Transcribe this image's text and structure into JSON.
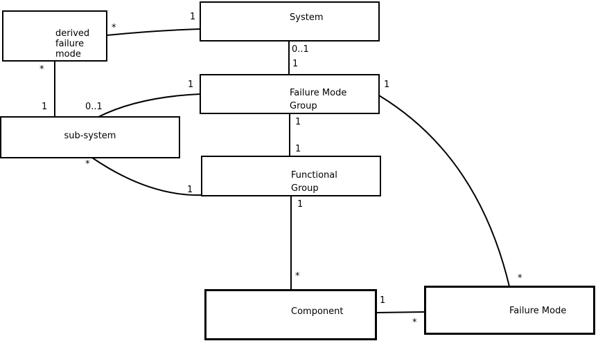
{
  "diagram": {
    "kind": "class-association-diagram",
    "colors": {
      "background": "#ffffff",
      "line": "#000000",
      "text": "#000000"
    },
    "entities": {
      "derived_failure_mode": {
        "lines": [
          "derived",
          "failure",
          "mode"
        ]
      },
      "system": {
        "lines": [
          "System"
        ]
      },
      "failure_mode_group": {
        "lines": [
          "Failure Mode",
          "Group"
        ]
      },
      "sub_system": {
        "lines": [
          "sub-system"
        ]
      },
      "functional_group": {
        "lines": [
          "Functional",
          "Group"
        ]
      },
      "component": {
        "lines": [
          "Component"
        ]
      },
      "failure_mode": {
        "lines": [
          "Failure Mode"
        ]
      }
    },
    "multiplicities": {
      "dfm_system_star": "*",
      "dfm_system_one": "1",
      "system_fmg_zeroone": "0..1",
      "system_fmg_one": "1",
      "dfm_subsystem_star": "*",
      "dfm_subsystem_one": "1",
      "subsystem_fmg_zeroone": "0..1",
      "subsystem_fmg_one": "1",
      "fmg_fm_one": "1",
      "fmg_fg_one_top": "1",
      "fmg_fg_one_bottom": "1",
      "subsystem_fg_star": "*",
      "subsystem_fg_one": "1",
      "fg_component_one": "1",
      "fg_component_star": "*",
      "component_fm_one": "1",
      "component_fm_star": "*",
      "fmg_fm_star": "*"
    }
  }
}
